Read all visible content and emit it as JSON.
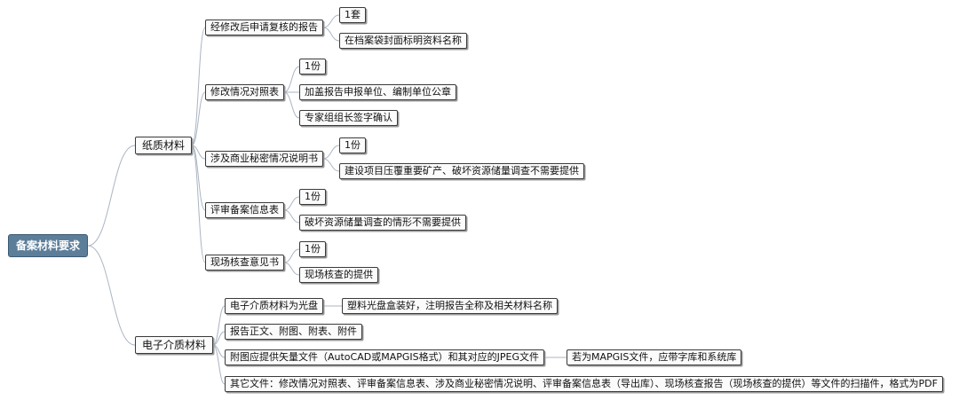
{
  "root": {
    "label": "备案材料要求"
  },
  "branches": [
    {
      "label": "纸质材料",
      "children": [
        {
          "label": "经修改后申请复核的报告",
          "children": [
            "1套",
            "在档案袋封面标明资料名称"
          ]
        },
        {
          "label": "修改情况对照表",
          "children": [
            "1份",
            "加盖报告申报单位、编制单位公章",
            "专家组组长签字确认"
          ]
        },
        {
          "label": "涉及商业秘密情况说明书",
          "children": [
            "1份",
            "建设项目压覆重要矿产、破坏资源储量调查不需要提供"
          ]
        },
        {
          "label": "评审备案信息表",
          "children": [
            "1份",
            "破坏资源储量调查的情形不需要提供"
          ]
        },
        {
          "label": "现场核查意见书",
          "children": [
            "1份",
            "现场核查的提供"
          ]
        }
      ]
    },
    {
      "label": "电子介质材料",
      "children": [
        {
          "label": "电子介质材料为光盘",
          "children": [
            "塑料光盘盒装好，注明报告全称及相关材料名称"
          ]
        },
        {
          "label": "报告正文、附图、附表、附件",
          "children": []
        },
        {
          "label": "附图应提供矢量文件（AutoCAD或MAPGIS格式）和其对应的JPEG文件",
          "children": [
            "若为MAPGIS文件，应带字库和系统库"
          ]
        },
        {
          "label": "其它文件：修改情况对照表、评审备案信息表、涉及商业秘密情况说明、评审备案信息表（导出库）、现场核查报告（现场核查的提供）等文件的扫描件，格式为PDF",
          "children": []
        }
      ]
    }
  ],
  "colors": {
    "line": "#aab5c2",
    "root_fill": "#5d7e99",
    "node_border": "#3a3a3a"
  }
}
